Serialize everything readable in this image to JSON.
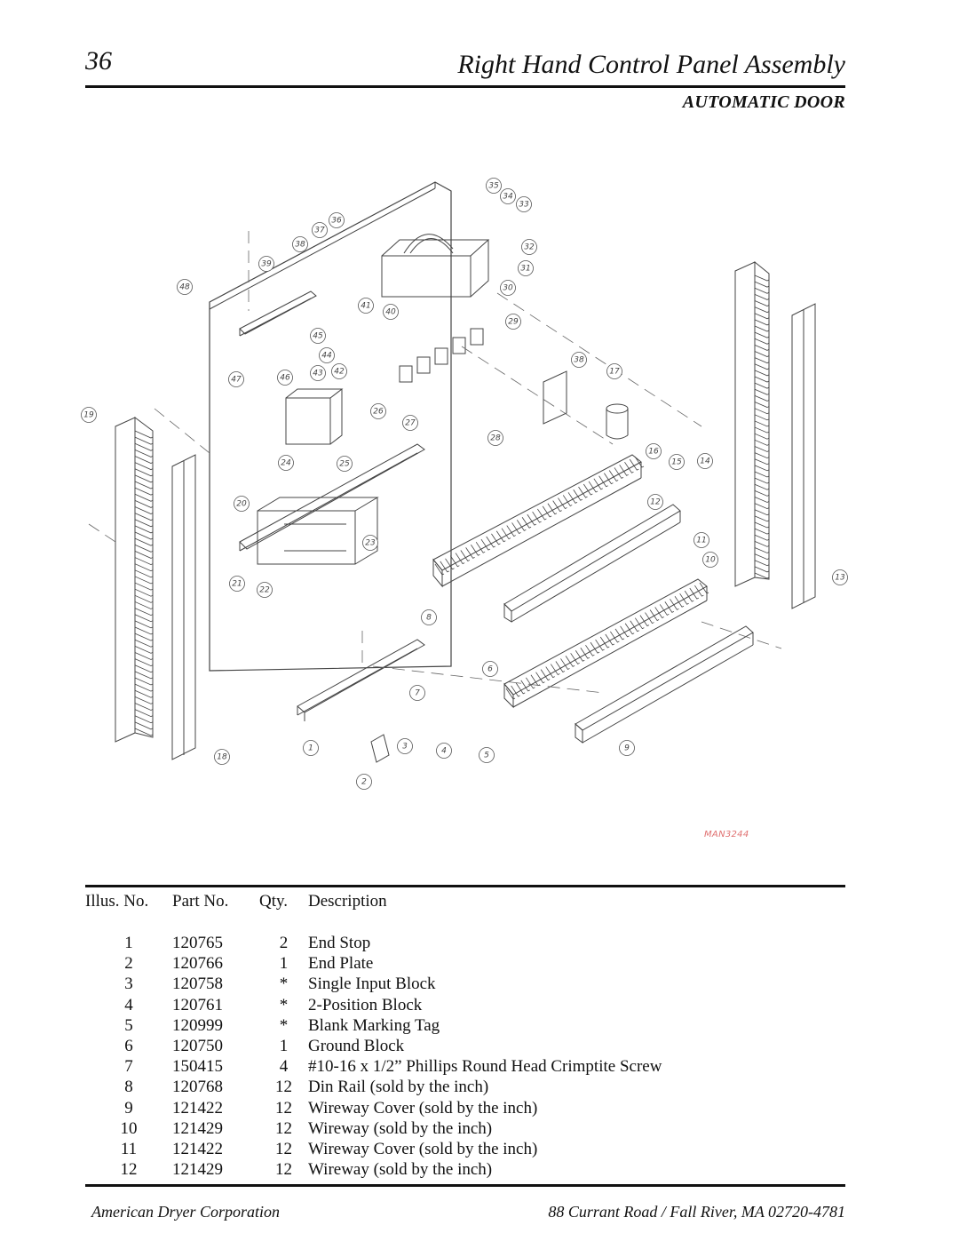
{
  "header": {
    "page_number": "36",
    "title": "Right Hand Control Panel Assembly",
    "section": "AUTOMATIC DOOR"
  },
  "diagram": {
    "drawing_id": "MAN3244",
    "callouts": [
      "1",
      "2",
      "3",
      "4",
      "5",
      "6",
      "7",
      "8",
      "9",
      "10",
      "11",
      "12",
      "13",
      "14",
      "15",
      "16",
      "17",
      "18",
      "19",
      "20",
      "21",
      "22",
      "23",
      "24",
      "25",
      "26",
      "27",
      "28",
      "29",
      "30",
      "31",
      "32",
      "33",
      "34",
      "35",
      "36",
      "37",
      "38",
      "39",
      "40",
      "41",
      "42",
      "43",
      "44",
      "45",
      "46",
      "47",
      "48"
    ]
  },
  "table": {
    "headers": {
      "illus": "Illus. No.",
      "part": "Part No.",
      "qty": "Qty.",
      "desc": "Description"
    },
    "rows": [
      {
        "illus": "1",
        "part": "120765",
        "qty": "2",
        "desc": "End Stop"
      },
      {
        "illus": "2",
        "part": "120766",
        "qty": "1",
        "desc": "End Plate"
      },
      {
        "illus": "3",
        "part": "120758",
        "qty": "*",
        "desc": "Single Input Block"
      },
      {
        "illus": "4",
        "part": "120761",
        "qty": "*",
        "desc": "2-Position Block"
      },
      {
        "illus": "5",
        "part": "120999",
        "qty": "*",
        "desc": "Blank Marking Tag"
      },
      {
        "illus": "6",
        "part": "120750",
        "qty": "1",
        "desc": "Ground Block"
      },
      {
        "illus": "7",
        "part": "150415",
        "qty": "4",
        "desc": "#10-16 x 1/2” Phillips Round Head Crimptite Screw"
      },
      {
        "illus": "8",
        "part": "120768",
        "qty": "12",
        "desc": "Din Rail (sold by the inch)"
      },
      {
        "illus": "9",
        "part": "121422",
        "qty": "12",
        "desc": "Wireway Cover (sold by the inch)"
      },
      {
        "illus": "10",
        "part": "121429",
        "qty": "12",
        "desc": "Wireway (sold by the inch)"
      },
      {
        "illus": "11",
        "part": "121422",
        "qty": "12",
        "desc": "Wireway Cover (sold by the inch)"
      },
      {
        "illus": "12",
        "part": "121429",
        "qty": "12",
        "desc": "Wireway (sold by the inch)"
      }
    ]
  },
  "footer": {
    "company": "American Dryer Corporation",
    "address": "88 Currant Road / Fall River, MA 02720-4781"
  }
}
